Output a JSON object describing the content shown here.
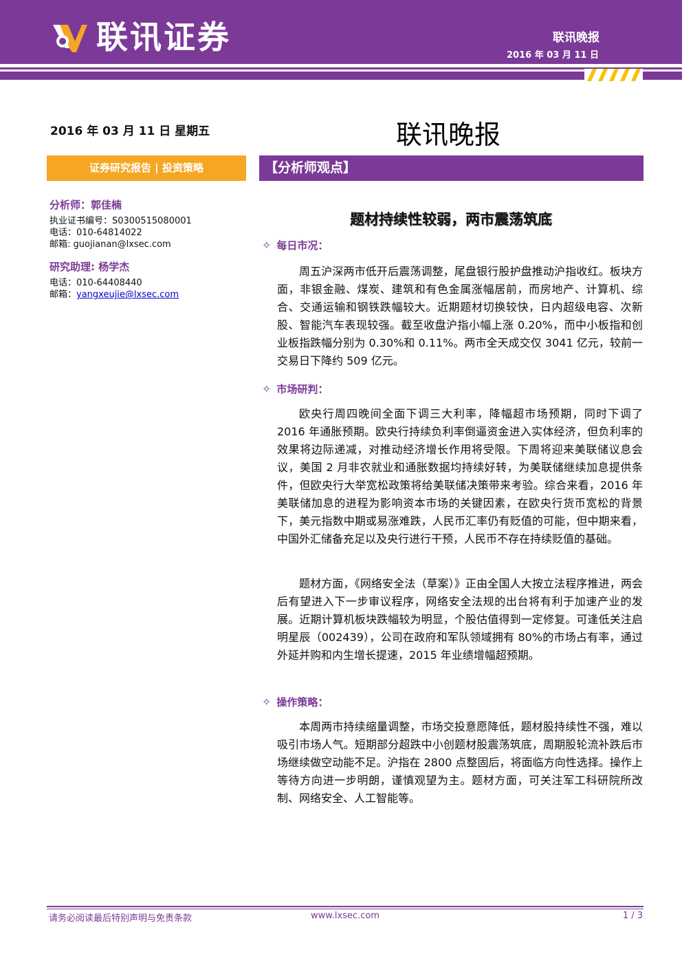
{
  "header": {
    "brand": "联讯证券",
    "report_name": "联讯晚报",
    "date": "2016 年 03 月 11 日"
  },
  "colors": {
    "brand_purple": "#7b3a97",
    "accent_orange": "#f5a623",
    "link_blue": "#0000cc"
  },
  "meta": {
    "date_weekday": "2016 年 03 月 11 日  星期五",
    "big_title": "联讯晚报",
    "category": "证券研究报告 | 投资策略",
    "section_banner": "【分析师观点】"
  },
  "sidebar": {
    "analyst_label": "分析师：郭佳楠",
    "analyst_cert": "执业证书编号：S0300515080001",
    "analyst_phone": "电话：010-64814022",
    "analyst_email": "邮箱: guojianan@lxsec.com",
    "assistant_label": "研究助理: 杨学杰",
    "assistant_phone": "电话：010-64408440",
    "assistant_email_label": "邮箱：",
    "assistant_email": "yangxeujie@lxsec.com"
  },
  "article": {
    "title": "题材持续性较弱，两市震荡筑底",
    "sections": [
      {
        "heading": "每日市况：",
        "paragraphs": [
          "周五沪深两市低开后震荡调整，尾盘银行股护盘推动沪指收红。板块方面，非银金融、煤炭、建筑和有色金属涨幅居前，而房地产、计算机、综合、交通运输和钢铁跌幅较大。近期题材切换较快，日内超级电容、次新股、智能汽车表现较强。截至收盘沪指小幅上涨 0.20%，而中小板指和创业板指跌幅分别为 0.30%和 0.11%。两市全天成交仅 3041 亿元，较前一交易日下降约 509 亿元。"
        ]
      },
      {
        "heading": "市场研判：",
        "paragraphs": [
          "欧央行周四晚间全面下调三大利率，降幅超市场预期，同时下调了 2016 年通胀预期。欧央行持续负利率倒逼资金进入实体经济，但负利率的效果将边际递减，对推动经济增长作用将受限。下周将迎来美联储议息会议，美国 2 月非农就业和通胀数据均持续好转，为美联储继续加息提供条件，但欧央行大举宽松政策将给美联储决策带来考验。综合来看，2016 年美联储加息的进程为影响资本市场的关键因素，在欧央行货币宽松的背景下，美元指数中期或易涨难跌，人民币汇率仍有贬值的可能，但中期来看，中国外汇储备充足以及央行进行干预，人民币不存在持续贬值的基础。",
          "题材方面，《网络安全法（草案）》正由全国人大按立法程序推进，两会后有望进入下一步审议程序，网络安全法规的出台将有利于加速产业的发展。近期计算机板块跌幅较为明显，个股估值得到一定修复。可逢低关注启明星辰（002439），公司在政府和军队领域拥有 80%的市场占有率，通过外延并购和内生增长提速，2015 年业绩增幅超预期。"
        ]
      },
      {
        "heading": "操作策略：",
        "paragraphs": [
          "本周两市持续缩量调整，市场交投意愿降低，题材股持续性不强，难以吸引市场人气。短期部分超跌中小创题材股震荡筑底，周期股轮流补跌后市场继续做空动能不足。沪指在 2800 点整固后，将面临方向性选择。操作上等待方向进一步明朗，谨慎观望为主。题材方面，可关注军工科研院所改制、网络安全、人工智能等。"
        ]
      }
    ]
  },
  "footer": {
    "disclaimer": "请务必阅读最后特别声明与免责条款",
    "website": "www.lxsec.com",
    "page": "1 / 3"
  }
}
